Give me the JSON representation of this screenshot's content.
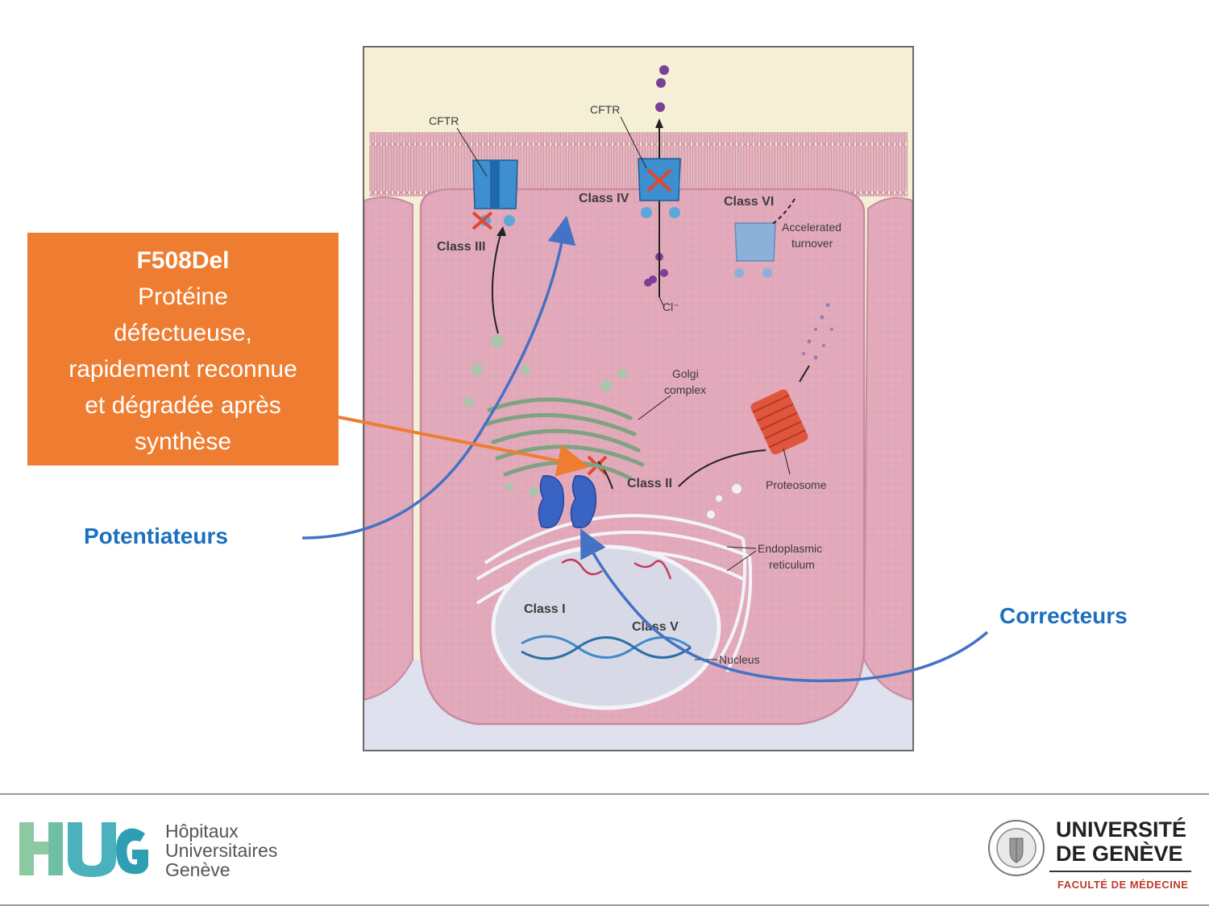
{
  "figure": {
    "labels": {
      "cftr_left": "CFTR",
      "cftr_right": "CFTR",
      "class_iii": "Class III",
      "class_iv": "Class IV",
      "class_vi": "Class VI",
      "accelerated_turnover": "Accelerated turnover",
      "chloride": "Cl⁻",
      "golgi_complex": "Golgi complex",
      "class_ii": "Class II",
      "proteosome": "Proteosome",
      "endoplasmic_reticulum": "Endoplasmic reticulum",
      "class_i": "Class I",
      "class_v": "Class V",
      "nucleus": "Nucleus"
    }
  },
  "callout": {
    "title": "F508Del",
    "body": [
      "Protéine",
      "défectueuse,",
      "rapidement reconnue",
      "et dégradée après",
      "synthèse"
    ]
  },
  "annotations": {
    "potentiators": "Potentiateurs",
    "correctors": "Correcteurs"
  },
  "colors": {
    "callout_bg": "#ee7d31",
    "annotation_blue": "#1c6fbf",
    "arrow_blue": "#4472c4",
    "arrow_orange": "#ee7d31",
    "cell_pink": "#e2a9bb",
    "lumen_cream": "#f5f0d5"
  },
  "footer": {
    "hug": {
      "logo_text": "HUG",
      "lines": [
        "Hôpitaux",
        "Universitaires",
        "Genève"
      ]
    },
    "unige": {
      "name_line1": "UNIVERSITÉ",
      "name_line2": "DE GENÈVE",
      "faculty": "FACULTÉ DE MÉDECINE"
    }
  }
}
